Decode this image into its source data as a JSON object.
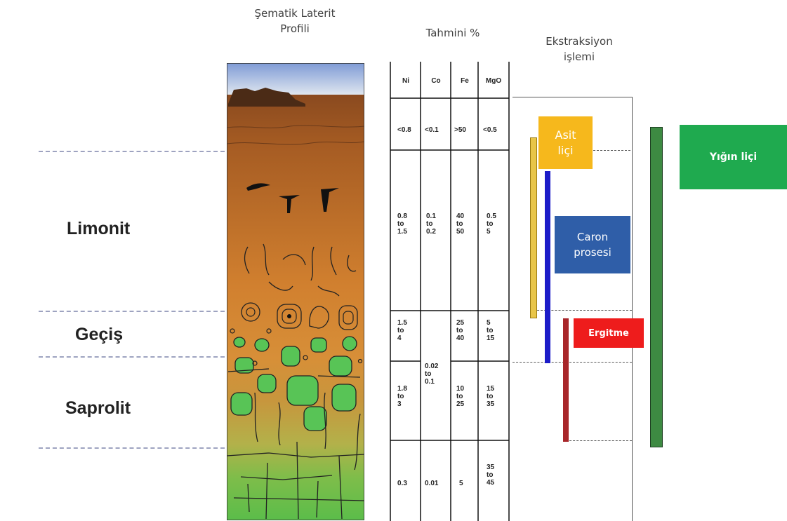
{
  "headers": {
    "profile_title_line1": "Şematik Laterit",
    "profile_title_line2": "Profili",
    "percent_title": "Tahmini %",
    "extraction_title_line1": "Ekstraksiyon",
    "extraction_title_line2": "işlemi"
  },
  "zones": {
    "limonit": "Limonit",
    "gecis": "Geçiş",
    "saprolit": "Saprolit"
  },
  "table": {
    "columns": [
      "Ni",
      "Co",
      "Fe",
      "MgO"
    ],
    "rows": [
      {
        "ni": "<0.8",
        "co": "<0.1",
        "fe": ">50",
        "mgo": "<0.5"
      },
      {
        "ni": "0.8\nto\n1.5",
        "co": "0.1\nto\n0.2",
        "fe": "40\nto\n50",
        "mgo": "0.5\nto\n5"
      },
      {
        "ni": "1.5\nto\n4",
        "co": "",
        "fe": "25\nto\n40",
        "mgo": "5\nto\n15"
      },
      {
        "ni": "1.8\nto\n3",
        "co": "0.02\nto\n0.1",
        "fe": "10\nto\n25",
        "mgo": "15\nto\n35"
      },
      {
        "ni": "0.3",
        "co": "0.01",
        "fe": "5",
        "mgo": "35\nto\n45"
      }
    ]
  },
  "processes": {
    "asit_line1": "Asit",
    "asit_line2": "liçi",
    "caron_line1": "Caron",
    "caron_line2": "prosesi",
    "ergitme": "Ergitme",
    "yigin": "Yığın liçi"
  },
  "colors": {
    "asit": "#f6b81c",
    "caron": "#2f5ea8",
    "ergitme": "#ee1c1c",
    "yigin": "#1faa4f",
    "yigin_bar": "#3d8a42",
    "caron_bar": "#1c1cc8",
    "ergitme_bar": "#a8262a",
    "asit_bar": "#e8c548"
  }
}
